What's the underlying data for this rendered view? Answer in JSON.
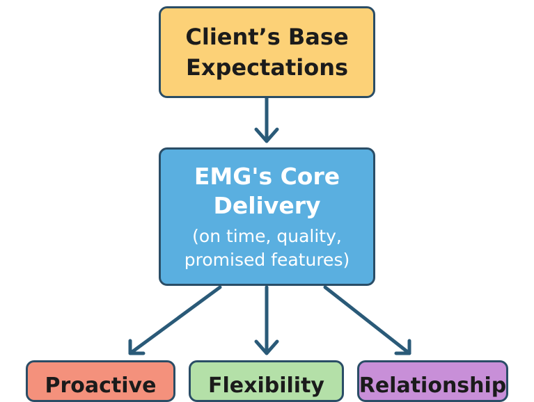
{
  "nodes": {
    "top": {
      "lines": [
        "Client’s Base",
        "Expectations"
      ],
      "color": "#fcd177"
    },
    "middle": {
      "title_lines": [
        "EMG's Core",
        "Delivery"
      ],
      "subtitle_lines": [
        "(on time, quality,",
        "promised features)"
      ],
      "color": "#5aafe0"
    },
    "bottom": [
      {
        "label": "Proactive",
        "color": "#f4917c"
      },
      {
        "label": "Flexibility",
        "color": "#b4e0a8"
      },
      {
        "label": "Relationship",
        "color": "#c88fd8"
      }
    ]
  },
  "edges": [
    {
      "from": "top",
      "to": "middle"
    },
    {
      "from": "middle",
      "to": "bottom-1"
    },
    {
      "from": "middle",
      "to": "bottom-2"
    },
    {
      "from": "middle",
      "to": "bottom-3"
    }
  ],
  "style": {
    "border_color": "#2a4d66",
    "arrow_color": "#2a5a78"
  }
}
